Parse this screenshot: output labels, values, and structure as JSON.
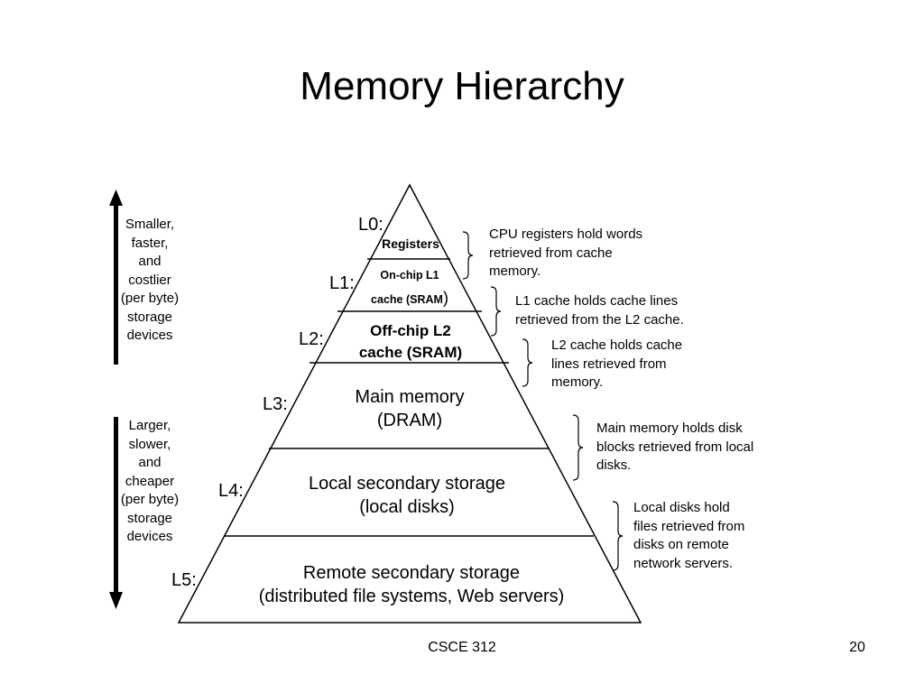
{
  "slide": {
    "title": "Memory Hierarchy",
    "footer": {
      "course": "CSCE 312",
      "page": "20"
    }
  },
  "arrows": {
    "top_label": [
      "Smaller,",
      "faster,",
      "and",
      "costlier",
      "(per byte)",
      "storage",
      "devices"
    ],
    "bottom_label": [
      "Larger,",
      "slower,",
      "and",
      "cheaper",
      "(per byte)",
      "storage",
      "devices"
    ]
  },
  "levels": [
    {
      "label": "L0:",
      "tier_lines": [
        "Registers"
      ],
      "description": [
        "CPU registers hold words",
        "retrieved from cache",
        "memory."
      ]
    },
    {
      "label": "L1:",
      "tier_lines": [
        "On-chip L1",
        "cache (SRAM",
        ")"
      ],
      "description": [
        "L1 cache holds cache lines",
        "retrieved from the L2 cache."
      ]
    },
    {
      "label": "L2:",
      "tier_lines": [
        "Off-chip L2",
        "cache (SRAM)"
      ],
      "description": [
        "L2 cache holds cache",
        "lines retrieved from",
        "memory."
      ]
    },
    {
      "label": "L3:",
      "tier_lines": [
        "Main memory",
        "(DRAM)"
      ],
      "description": [
        "Main memory holds disk",
        "blocks retrieved from local",
        "disks."
      ]
    },
    {
      "label": "L4:",
      "tier_lines": [
        "Local secondary storage",
        "(local disks)"
      ],
      "description": [
        "Local disks hold",
        "files retrieved from",
        "disks on remote",
        "network servers."
      ]
    },
    {
      "label": "L5:",
      "tier_lines": [
        "Remote secondary storage",
        "(distributed file systems, Web servers)"
      ],
      "description": []
    }
  ]
}
